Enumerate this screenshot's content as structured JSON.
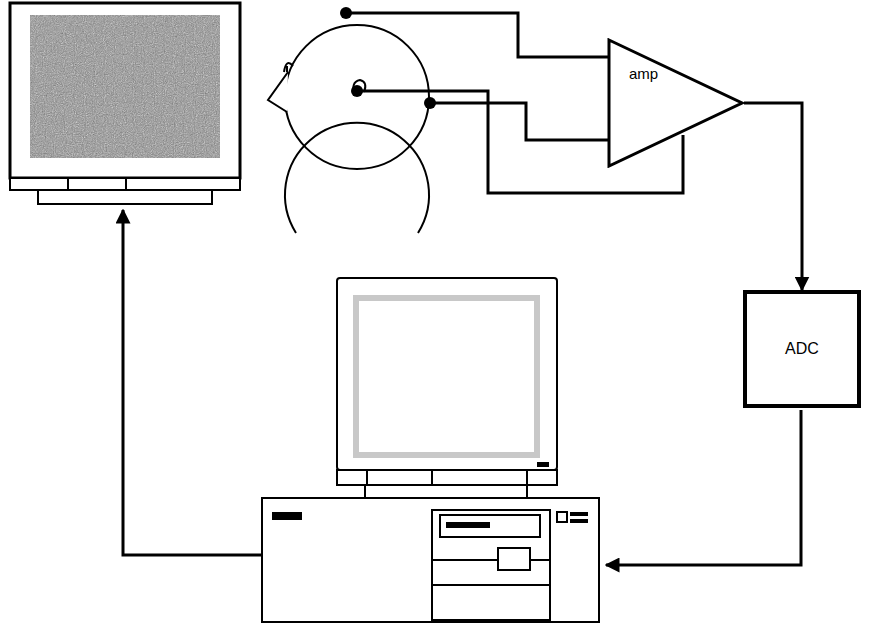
{
  "diagram": {
    "nodes": [
      {
        "text": [
          "amp"
        ]
      },
      {
        "text": [
          "ADC"
        ]
      }
    ],
    "edges": [
      {
        "from": 0,
        "to": 1,
        "arrow": "to"
      }
    ]
  }
}
